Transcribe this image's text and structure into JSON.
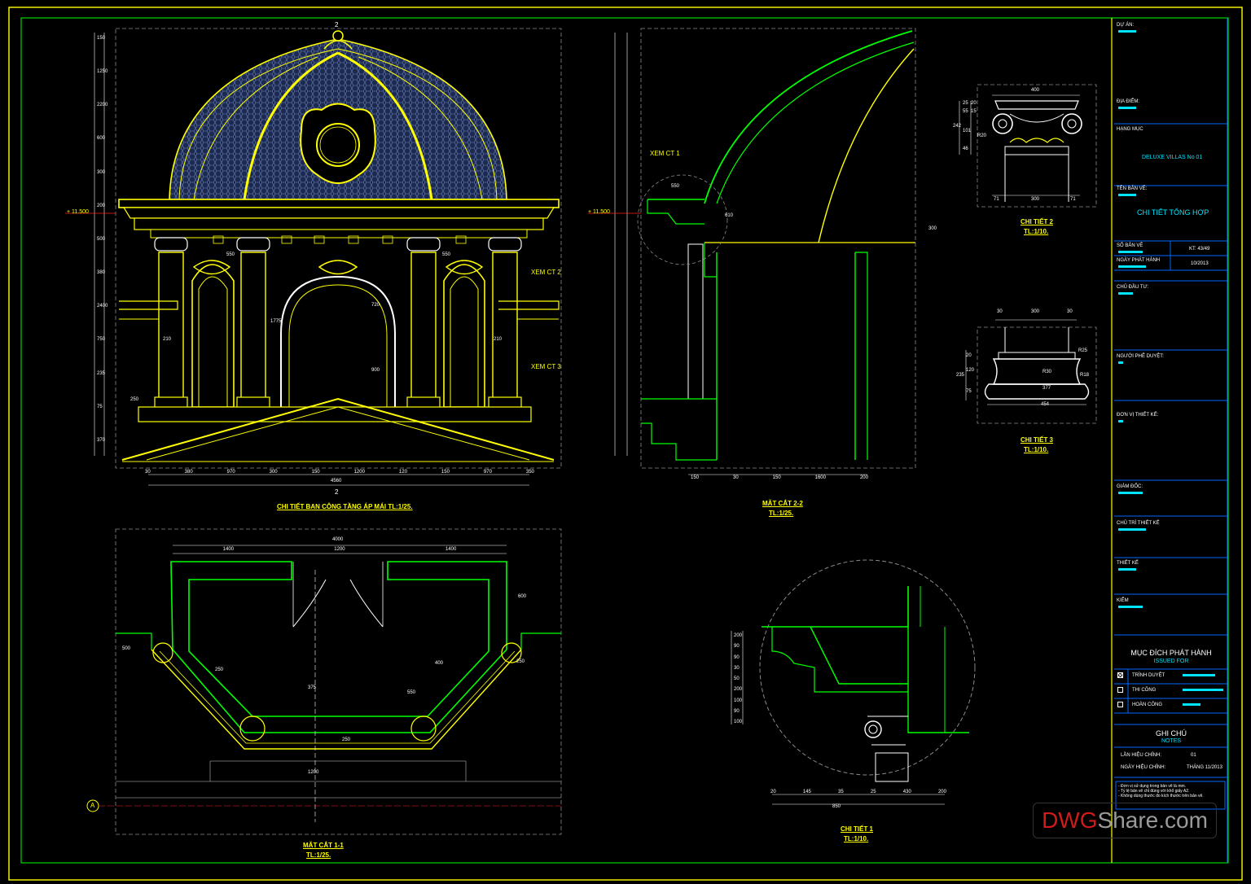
{
  "drawing": {
    "main_title": "CHI TIẾT BAN CÔNG TẦNG ÁP MÁI",
    "main_scale": "TL:1/25.",
    "section22_title": "MẶT CẮT 2-2",
    "section22_scale": "TL:1/25.",
    "section11_title": "MẶT CẮT 1-1",
    "section11_scale": "TL:1/25.",
    "detail1_title": "CHI TIẾT 1",
    "detail1_scale": "TL:1/10.",
    "detail2_title": "CHI TIẾT 2",
    "detail2_scale": "TL:1/10.",
    "detail3_title": "CHI TIẾT 3",
    "detail3_scale": "TL:1/10.",
    "xem_ct1": "XEM CT 1",
    "xem_ct2": "XEM CT 2",
    "xem_ct3": "XEM CT 3",
    "level_left": "+ 11.500",
    "level_right": "+ 11.500",
    "grid_a": "A",
    "section_mark": "2",
    "dims_main_bottom": [
      "30",
      "380",
      "970",
      "300",
      "150",
      "1200",
      "120",
      "150",
      "970",
      "350"
    ],
    "dim_main_total": "4560",
    "dims_main_left": [
      "150",
      "1250",
      "2200",
      "600",
      "300",
      "200",
      "500",
      "380",
      "2400",
      "750",
      "235",
      "75",
      "370"
    ],
    "dims_main_inner": [
      "550",
      "550",
      "210",
      "210",
      "1775",
      "720",
      "900",
      "250"
    ],
    "dims_s22_bottom": [
      "150",
      "30",
      "150",
      "1600",
      "200"
    ],
    "dims_s22_other": [
      "550",
      "610",
      "300"
    ],
    "dims_s11_top": [
      "1400",
      "1200",
      "1400"
    ],
    "dim_s11_total": "4000",
    "dims_s11_other": [
      "600",
      "500",
      "375",
      "250",
      "1200",
      "400",
      "550",
      "250",
      "250"
    ],
    "dims_d1_bottom": [
      "20",
      "145",
      "35",
      "25",
      "430",
      "200"
    ],
    "dim_d1_total": "850",
    "dims_d1_left": [
      "200",
      "90",
      "90",
      "30",
      "50",
      "200",
      "100",
      "90",
      "100"
    ],
    "dims_d2": [
      "400",
      "71",
      "300",
      "71",
      "242",
      "101",
      "46",
      "55",
      "25",
      "20",
      "15",
      "R20"
    ],
    "dims_d3": [
      "30",
      "300",
      "30",
      "235",
      "20",
      "120",
      "75",
      "R30",
      "377",
      "454",
      "R25",
      "R18"
    ]
  },
  "title_block": {
    "du_an_label": "DỰ ÁN:",
    "dia_diem_label": "ĐỊA ĐIỂM:",
    "hang_muc_label": "HẠNG MỤC",
    "hang_muc_value": "DELUXE VILLAS No 01",
    "ten_ban_ve_label": "TÊN BẢN VẼ:",
    "ten_ban_ve_value": "CHI TIẾT TỔNG HỢP",
    "so_ban_ve_label": "SỐ BẢN VẼ",
    "kt_value": "KT: 43/49",
    "ngay_phat_hanh_label": "NGÀY PHÁT HÀNH",
    "ngay_phat_hanh_value": "10/2013",
    "chu_dau_tu_label": "CHỦ ĐẦU TƯ:",
    "nguoi_phe_duyet_label": "NGƯỜI PHÊ DUYỆT:",
    "don_vi_thiet_ke_label": "ĐƠN VỊ THIẾT KẾ:",
    "giam_doc_label": "GIÁM ĐỐC:",
    "chu_tri_label": "CHỦ TRÌ THIẾT KẾ",
    "thiet_ke_label": "THIẾT KẾ",
    "kiem_label": "KIỂM",
    "muc_dich_title": "MỤC ĐÍCH PHÁT HÀNH",
    "issued_for": "ISSUED FOR",
    "issue_options": [
      {
        "label": "TRÌNH DUYỆT",
        "checked": true
      },
      {
        "label": "THI CÔNG",
        "checked": false
      },
      {
        "label": "HOÀN CÔNG",
        "checked": false
      }
    ],
    "ghi_chu_title": "GHI CHÚ",
    "notes_en": "NOTES",
    "lan_hieu_chinh_label": "LẦN HIỆU CHỈNH:",
    "lan_hieu_chinh_value": "01",
    "ngay_hieu_chinh_label": "NGÀY HIỆU CHỈNH:",
    "ngay_hieu_chinh_value": "THÁNG 11/2013",
    "notes": [
      "- Đơn vị sử dụng trong bản vẽ là mm.",
      "- Tỷ lệ bản vẽ chỉ đúng với khổ giấy A2.",
      "- Không dùng thước đo kích thước trên bản vẽ."
    ]
  },
  "watermark": {
    "part1": "DWG",
    "part2": "Share.com"
  },
  "colors": {
    "yellow": "#ffff00",
    "green": "#00ff00",
    "cyan": "#00e5ff",
    "white": "#ffffff",
    "red": "#ff2020",
    "grey": "#8a8a8a",
    "dome_fill": "#24305a",
    "background": "#000000"
  }
}
